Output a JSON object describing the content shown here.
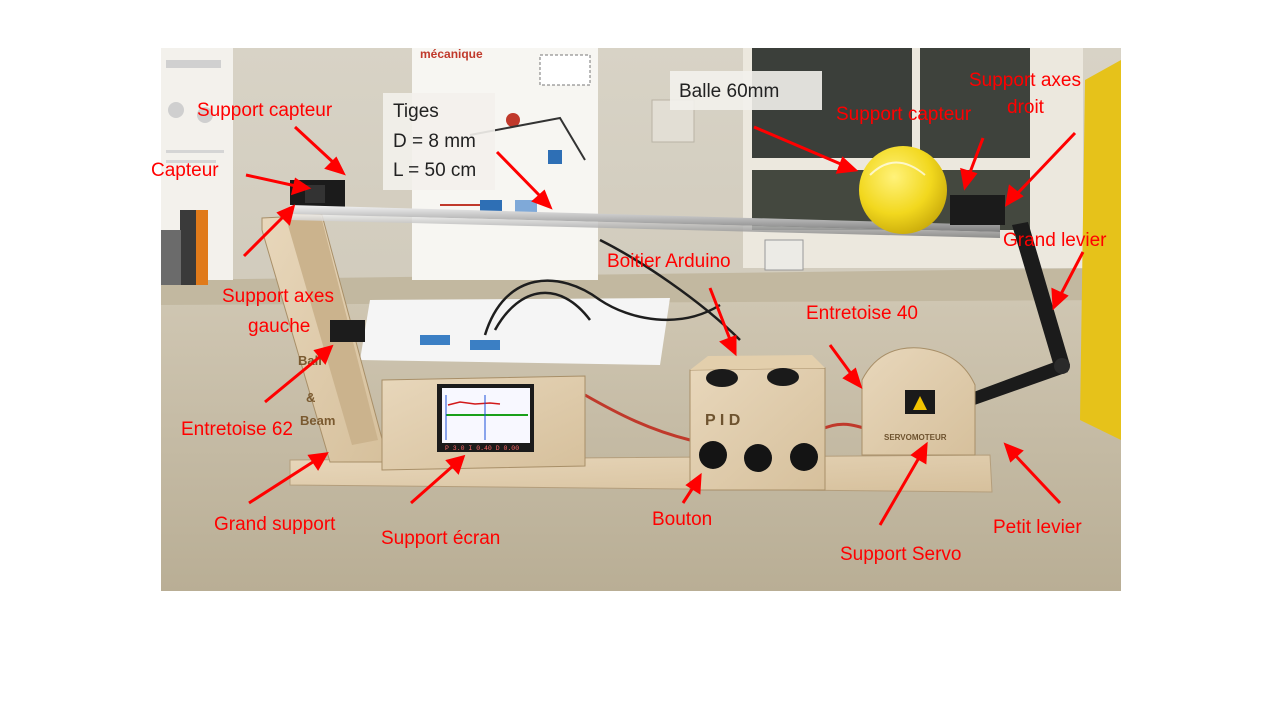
{
  "colors": {
    "annotation": "#ff0000",
    "background": "#ffffff",
    "note_box": "#f5f3ee"
  },
  "poster": {
    "title": "mécanique"
  },
  "device": {
    "side_text": [
      "Ball",
      "&",
      "Beam"
    ],
    "pid_text": "P  I  D",
    "servo_text": "SERVOMOTEUR",
    "screen_text": "P 3.0 I 0.40 D 0.00"
  },
  "labels": {
    "support_capteur_left": "Support capteur",
    "capteur": "Capteur",
    "tiges": [
      "Tiges",
      "D = 8 mm",
      "L = 50 cm"
    ],
    "balle": "Balle 60mm",
    "support_capteur_right": "Support capteur",
    "support_axes_droit": [
      "Support axes",
      "droit"
    ],
    "grand_levier": "Grand levier",
    "boitier_arduino": "Boitier Arduino",
    "support_axes_gauche": [
      "Support axes",
      "gauche"
    ],
    "entretoise_40": "Entretoise 40",
    "entretoise_62": "Entretoise 62",
    "grand_support": "Grand support",
    "support_ecran": "Support écran",
    "bouton": "Bouton",
    "support_servo": "Support Servo",
    "petit_levier": "Petit levier"
  }
}
